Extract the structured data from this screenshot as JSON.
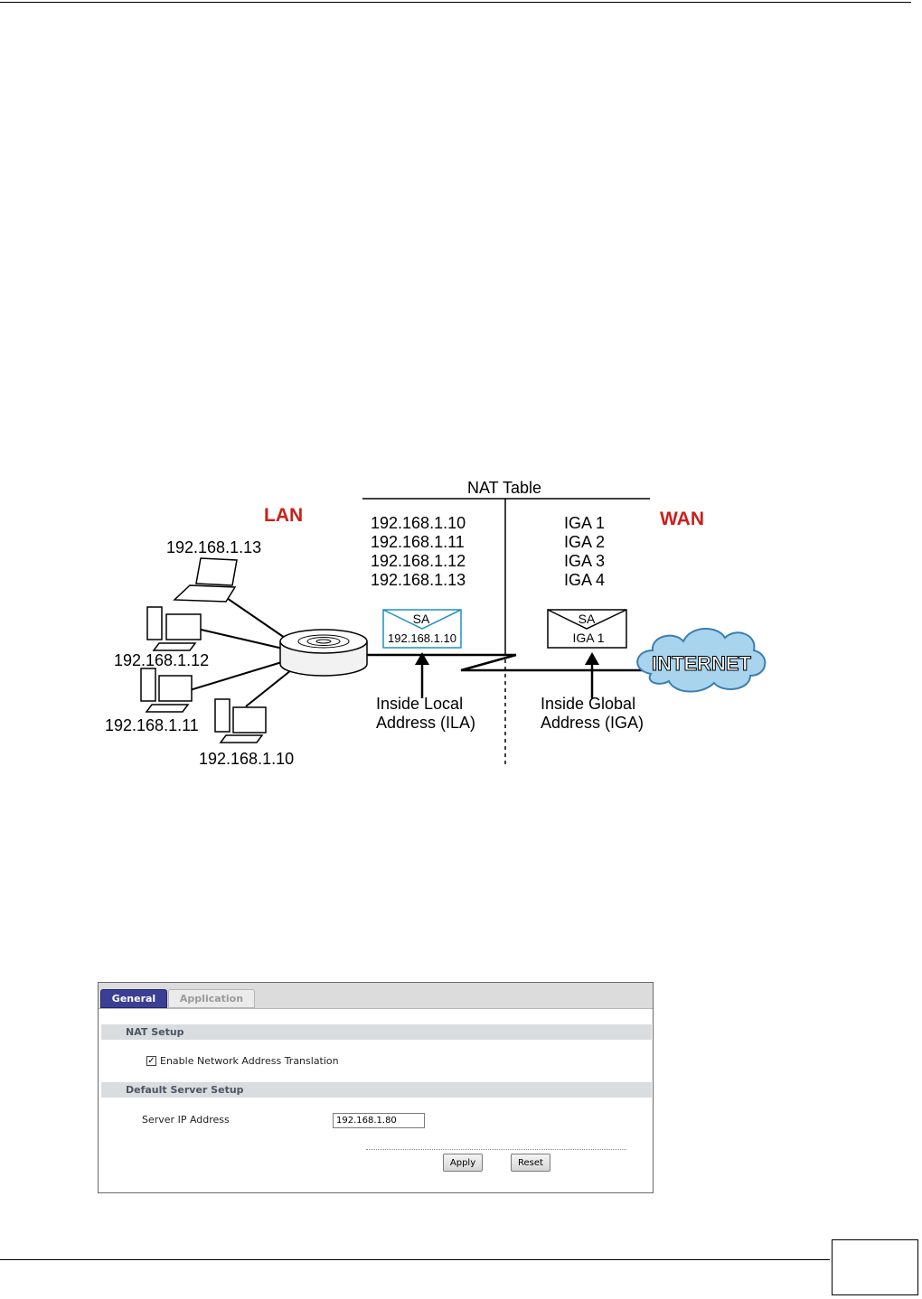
{
  "diagram": {
    "nat_table_title": "NAT Table",
    "lan_label": "LAN",
    "wan_label": "WAN",
    "ila_list": [
      "192.168.1.10",
      "192.168.1.11",
      "192.168.1.12",
      "192.168.1.13"
    ],
    "iga_list": [
      "IGA 1",
      "IGA 2",
      "IGA 3",
      "IGA 4"
    ],
    "envelope_lan": {
      "sa": "SA",
      "addr": "192.168.1.10"
    },
    "envelope_wan": {
      "sa": "SA",
      "addr": "IGA 1"
    },
    "ila_caption": [
      "Inside Local",
      "Address (ILA)"
    ],
    "iga_caption": [
      "Inside Global",
      "Address (IGA)"
    ],
    "internet_label": "INTERNET",
    "hosts": [
      "192.168.1.13",
      "192.168.1.12",
      "192.168.1.11",
      "192.168.1.10"
    ],
    "colors": {
      "lan_wan": "#cc1f1a",
      "envelope_lan_border": "#1f8fc7",
      "cloud": "#a9d4ee"
    }
  },
  "ui": {
    "tabs": {
      "general": "General",
      "application": "Application"
    },
    "nat_setup": "NAT Setup",
    "enable_nat_label": "Enable Network Address Translation",
    "enable_nat_checked": true,
    "default_server_setup": "Default Server Setup",
    "server_ip_label": "Server IP Address",
    "server_ip_value": "192.168.1.80",
    "apply_label": "Apply",
    "reset_label": "Reset"
  }
}
